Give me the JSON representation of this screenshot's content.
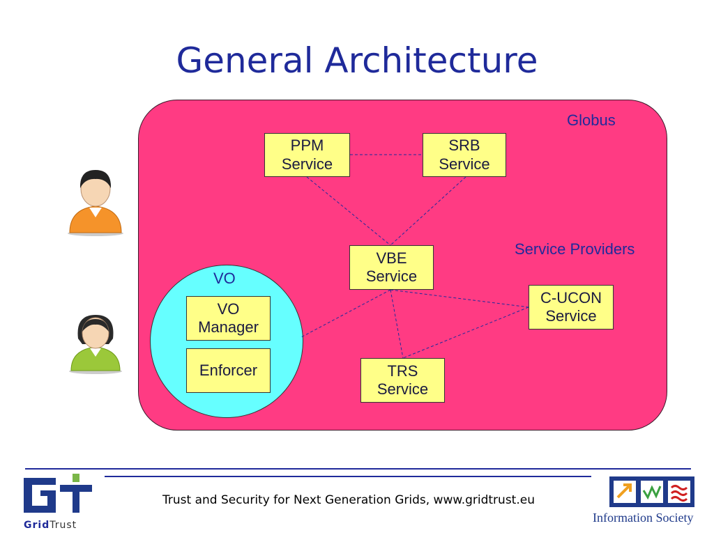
{
  "slide": {
    "title": "General Architecture"
  },
  "diagram": {
    "globus_label": "Globus",
    "service_providers_label": "Service Providers",
    "vo_label": "VO",
    "boxes": {
      "ppm": "PPM\nService",
      "srb": "SRB\nService",
      "vbe": "VBE\nService",
      "cucon": "C-UCON\nService",
      "trs": "TRS\nService",
      "vo_manager": "VO\nManager",
      "enforcer": "Enforcer"
    },
    "colors": {
      "panel": "#ff3b83",
      "box": "#ffff88",
      "vo_circle": "#66ffff",
      "text": "#1f2a9a"
    },
    "icons": [
      "person-orange-icon",
      "person-green-icon"
    ]
  },
  "footer": {
    "text": "Trust and Security for Next Generation Grids, www.gridtrust.eu",
    "left_logo": "GridTrust",
    "right_logo": "Information Society"
  }
}
